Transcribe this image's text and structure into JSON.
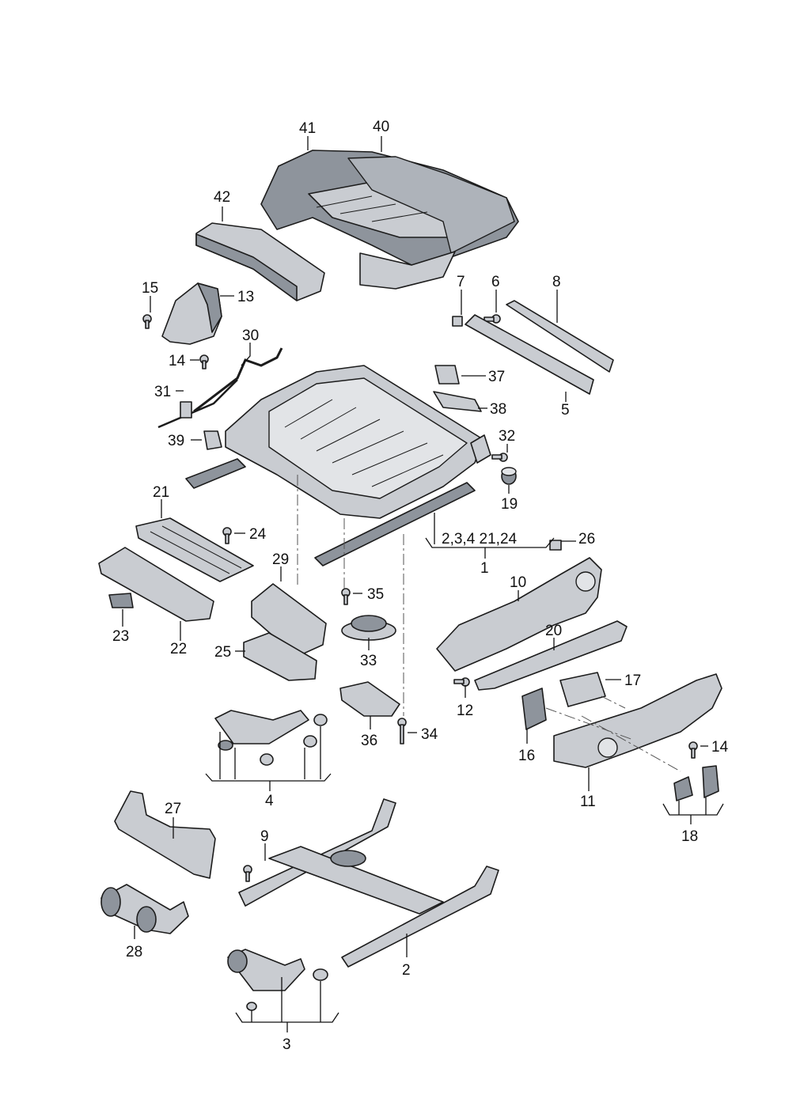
{
  "diagram": {
    "labels": {
      "l41": "41",
      "l40": "40",
      "l42": "42",
      "l15": "15",
      "l13": "13",
      "l30": "30",
      "l14a": "14",
      "l31": "31",
      "l39": "39",
      "l7": "7",
      "l6": "6",
      "l8": "8",
      "l37": "37",
      "l38": "38",
      "l5": "5",
      "l32": "32",
      "l19": "19",
      "l21": "21",
      "l24": "24",
      "l1sub": "2,3,4 21,24",
      "l1": "1",
      "l26": "26",
      "l29": "29",
      "l35": "35",
      "l10": "10",
      "l23": "23",
      "l22": "22",
      "l20": "20",
      "l33": "33",
      "l25": "25",
      "l17": "17",
      "l12": "12",
      "l16": "16",
      "l14b": "14",
      "l36": "36",
      "l34": "34",
      "l11": "11",
      "l4": "4",
      "l18": "18",
      "l27": "27",
      "l9": "9",
      "l28": "28",
      "l2": "2",
      "l3": "3"
    }
  }
}
